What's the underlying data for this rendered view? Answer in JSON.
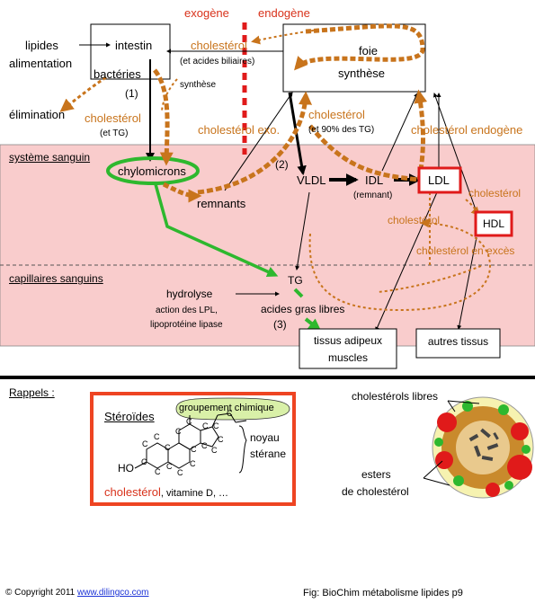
{
  "header": {
    "exogene": "exogène",
    "endogene": "endogène"
  },
  "top": {
    "lipides_line1": "lipides",
    "lipides_line2": "alimentation",
    "intestin": "intestin",
    "bacteries": "bactéries",
    "step1": "(1)",
    "synthese_small": "synthèse",
    "elimination": "élimination",
    "chol_left": "cholestérol",
    "et_tg": "(et TG)",
    "chol_top": "cholestérol",
    "acides_biliaires": "(et acides biliaires)",
    "foie": "foie",
    "synthese": "synthèse",
    "chol_exo": "cholestérol exo.",
    "chol_mid": "cholestérol",
    "et_90": "(et 90% des TG)",
    "chol_endo": "cholestérol endogène"
  },
  "blood": {
    "systeme_sanguin": "système sanguin",
    "chylomicrons": "chylomicrons",
    "step2": "(2)",
    "remnants": "remnants",
    "vldl": "VLDL",
    "idl": "IDL",
    "remnant": "(remnant)",
    "ldl": "LDL",
    "chol_right": "cholestérol",
    "hdl": "HDL",
    "chol_idl": "cholestérol",
    "chol_exces": "cholestérol en excès"
  },
  "capillaries": {
    "capillaires": "capillaires sanguins",
    "tg": "TG",
    "hydrolyse": "hydrolyse",
    "action_lpl": "action des LPL,",
    "lipoproteine": "lipoprotéine lipase",
    "acides_gras": "acides gras libres",
    "step3": "(3)",
    "adipeux_line1": "tissus adipeux",
    "adipeux_line2": "muscles",
    "autres_tissus": "autres tissus"
  },
  "rappels": {
    "title": "Rappels :",
    "steroides": "Stéroïdes",
    "groupement": "groupement chimique",
    "noyau_line1": "noyau",
    "noyau_line2": "stérane",
    "ho": "HO",
    "c": "C",
    "chol_red": "cholestérol",
    "chol_rest": ", vitamine D,  …",
    "chol_libres": "cholestérols libres",
    "esters_line1": "esters",
    "esters_line2": "de cholestérol"
  },
  "footer": {
    "copyright": "© Copyright 2011",
    "link": "www.dilingco.com",
    "fig": "Fig: BioChim métabolisme lipides p9"
  },
  "colors": {
    "orange": "#c8741c",
    "green": "#2eb82e",
    "red": "#d8321b",
    "pink": "#f9cccc",
    "hdl_yellow": "#f6f2b0"
  }
}
